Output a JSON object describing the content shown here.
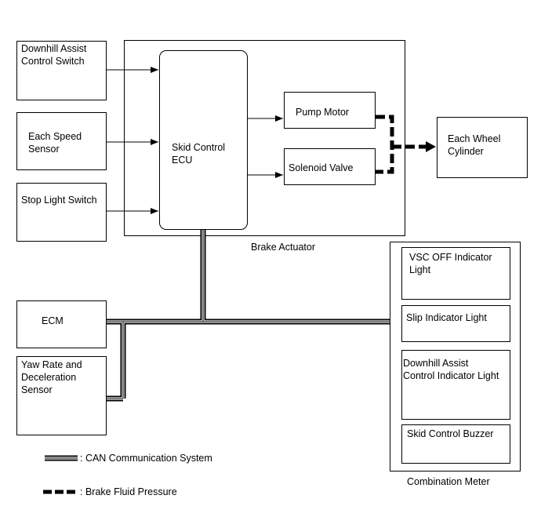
{
  "inputs": {
    "downhill_switch": "Downhill Assist\nControl Switch",
    "speed_sensor": "Each Speed\nSensor",
    "stop_light_switch": "Stop Light Switch"
  },
  "brake_actuator": {
    "label": "Brake Actuator",
    "ecu": "Skid Control\nECU",
    "pump_motor": "Pump Motor",
    "solenoid_valve": "Solenoid Valve"
  },
  "wheel_cylinder": "Each Wheel\nCylinder",
  "ecm": "ECM",
  "yaw_sensor": "Yaw Rate and\nDeceleration\nSensor",
  "combination_meter": {
    "label": "Combination Meter",
    "vsc_off": "VSC OFF Indicator\nLight",
    "slip": "Slip Indicator Light",
    "downhill_indicator": "Downhill Assist\nControl Indicator Light",
    "buzzer": "Skid Control Buzzer"
  },
  "legend": {
    "can": ": CAN Communication System",
    "fluid": ": Brake Fluid Pressure"
  }
}
